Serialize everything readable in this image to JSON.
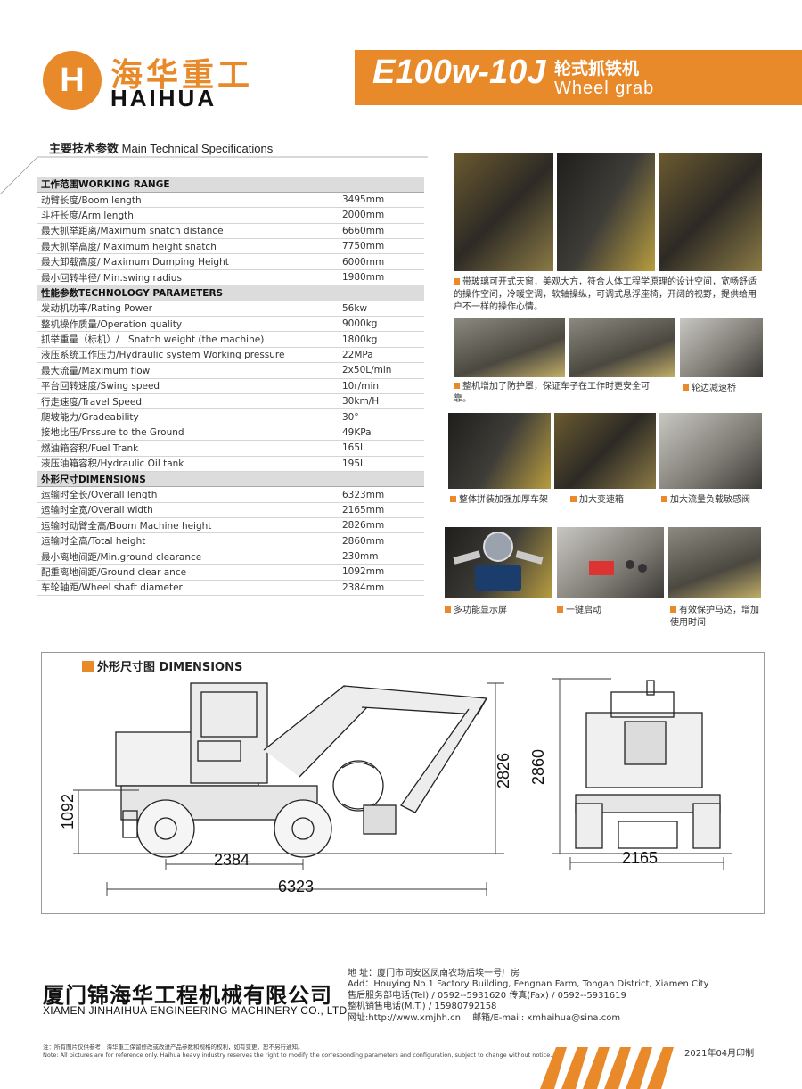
{
  "brand": {
    "cn": "海华重工",
    "en": "HAIHUA",
    "logo_letter": "H"
  },
  "model": {
    "code": "E100w-10J",
    "cn": "轮式抓铁机",
    "en": "Wheel grab"
  },
  "specs": {
    "title_cn": "主要技术参数",
    "title_en": "Main Technical Specifications",
    "sections": [
      {
        "heading": "工作范围WORKING RANGE",
        "rows": [
          {
            "label": "动臂长度/Boom length",
            "value": "3495mm"
          },
          {
            "label": "斗杆长度/Arm length",
            "value": "2000mm"
          },
          {
            "label": "最大抓举距离/Maximum snatch distance",
            "value": "6660mm"
          },
          {
            "label": "最大抓举高度/ Maximum height snatch",
            "value": "7750mm"
          },
          {
            "label": "最大卸载高度/ Maximum Dumping Height",
            "value": "6000mm"
          },
          {
            "label": "最小回转半径/ Min.swing radius",
            "value": "1980mm"
          }
        ]
      },
      {
        "heading": "性能参数TECHNOLOGY PARAMETERS",
        "rows": [
          {
            "label": "发动机功率/Rating Power",
            "value": "56kw"
          },
          {
            "label": "整机操作质量/Operation quality",
            "value": "9000kg"
          },
          {
            "label": "抓举重量（标机）/　Snatch weight (the machine)",
            "value": "1800kg"
          },
          {
            "label": "液压系统工作压力/Hydraulic system Working pressure",
            "value": "22MPa"
          },
          {
            "label": "最大流量/Maximum flow",
            "value": "2x50L/min"
          },
          {
            "label": "平台回转速度/Swing speed",
            "value": "10r/min"
          },
          {
            "label": "行走速度/Travel Speed",
            "value": "30km/H"
          },
          {
            "label": "爬坡能力/Gradeability",
            "value": "30°"
          },
          {
            "label": "接地比压/Prssure to the Ground",
            "value": "49KPa"
          },
          {
            "label": "燃油箱容积/Fuel Trank",
            "value": "165L"
          },
          {
            "label": "液压油箱容积/Hydraulic Oil tank",
            "value": "195L"
          }
        ]
      },
      {
        "heading": "外形尺寸DIMENSIONS",
        "rows": [
          {
            "label": "运输时全长/Overall length",
            "value": "6323mm"
          },
          {
            "label": "运输时全宽/Overall width",
            "value": "2165mm"
          },
          {
            "label": "运输时动臂全高/Boom Machine height",
            "value": "2826mm"
          },
          {
            "label": "运输时全高/Total height",
            "value": "2860mm"
          },
          {
            "label": "最小离地间距/Min.ground clearance",
            "value": "230mm"
          },
          {
            "label": "配重离地间距/Ground clear ance",
            "value": "1092mm"
          },
          {
            "label": "车轮轴距/Wheel shaft diameter",
            "value": "2384mm"
          }
        ]
      }
    ]
  },
  "captions": {
    "cab": "带玻璃可开式天窗，美观大方，符合人体工程学原理的设计空间，宽畅舒适的操作空间，冷暖空调，软轴操纵，可调式悬浮座椅，开阔的视野，提供给用户不一样的操作心情。",
    "guard": "整机增加了防护罩，保证车子在工作时更安全可靠。",
    "axle": "轮边减速桥",
    "frame": "整体拼装加强加厚车架",
    "gearbox": "加大变速箱",
    "valve": "加大流量负载敏感阀",
    "display": "多功能显示屏",
    "start": "一键启动",
    "motor": "有效保护马达，增加使用时间"
  },
  "dimensions": {
    "title": "外形尺寸图 DIMENSIONS",
    "values": {
      "h1092": "1092",
      "h2826": "2826",
      "h2860": "2860",
      "w2384": "2384",
      "w6323": "6323",
      "w2165": "2165"
    }
  },
  "company": {
    "cn": "厦门锦海华工程机械有限公司",
    "en": "XIAMEN JINHAIHUA ENGINEERING MACHINERY CO., LTD.",
    "address_cn": "地 址：厦门市同安区凤南农场后埃一号厂房",
    "address_en": "Add：Houying No.1 Factory Building, Fengnan Farm, Tongan District, Xiamen City",
    "service": "售后服务部电话(Tel) / 0592--5931620  传真(Fax) / 0592--5931619",
    "sales": "整机销售电话(M.T.) / 15980792158",
    "web": "网址:http://www.xmjhh.cn　 邮箱/E-mail: xmhaihua@sina.com"
  },
  "footer": {
    "note_cn": "注：所有图片仅供参考，海华重工保留修改或改进产品参数和规格的权利，如有变更，恕不另行通知。",
    "note_en": "Note: All pictures are for reference only. Haihua heavy industry reserves the right to modify the corresponding parameters and configuration, subject to change without notice.",
    "print": "2021年04月印制"
  },
  "colors": {
    "accent": "#e8892a",
    "section_bg": "#dcdcdc"
  }
}
